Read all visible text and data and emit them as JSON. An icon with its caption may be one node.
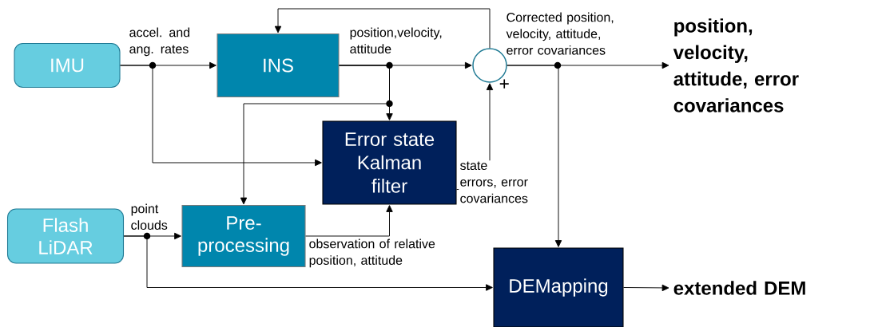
{
  "diagram": {
    "nodes": [
      {
        "text": [
          "IMU"
        ]
      },
      {
        "text": [
          "INS"
        ]
      },
      {
        "text": [],
        "shape": "circle",
        "beside": [
          "+"
        ]
      },
      {
        "text": [
          "Error state Kalman filter"
        ]
      },
      {
        "text": [
          "Flash LiDAR"
        ]
      },
      {
        "text": [
          "Pre-processing"
        ]
      },
      {
        "text": [
          "DEMapping"
        ]
      },
      {
        "text": [
          "position, velocity, attitude, error covariances"
        ]
      },
      {
        "text": [
          "extended DEM"
        ]
      }
    ],
    "edges": [
      {
        "from": 0,
        "to": 1,
        "arrow": "to",
        "label": "accel. and ang. rates"
      },
      {
        "from": 0,
        "to": 3,
        "arrow": "to"
      },
      {
        "from": 1,
        "to": 2,
        "arrow": "to",
        "label": "position,velocity, attitude"
      },
      {
        "from": 1,
        "to": 3,
        "arrow": "to"
      },
      {
        "from": 1,
        "to": 5,
        "arrow": "to"
      },
      {
        "from": 2,
        "to": 7,
        "arrow": "to",
        "label": "Corrected position, velocity, attitude, error covariances"
      },
      {
        "from": 2,
        "to": 6,
        "arrow": "to"
      },
      {
        "from": 3,
        "to": 2,
        "arrow": "to",
        "label": "state errors, error covariances"
      },
      {
        "from": 2,
        "to": 1,
        "arrow": "to"
      },
      {
        "from": 4,
        "to": 5,
        "arrow": "to",
        "label": "point clouds"
      },
      {
        "from": 4,
        "to": 6,
        "arrow": "to"
      },
      {
        "from": 5,
        "to": 3,
        "arrow": "to",
        "label": "observation of relative position, attitude"
      },
      {
        "from": 6,
        "to": 8,
        "arrow": "to"
      }
    ]
  }
}
